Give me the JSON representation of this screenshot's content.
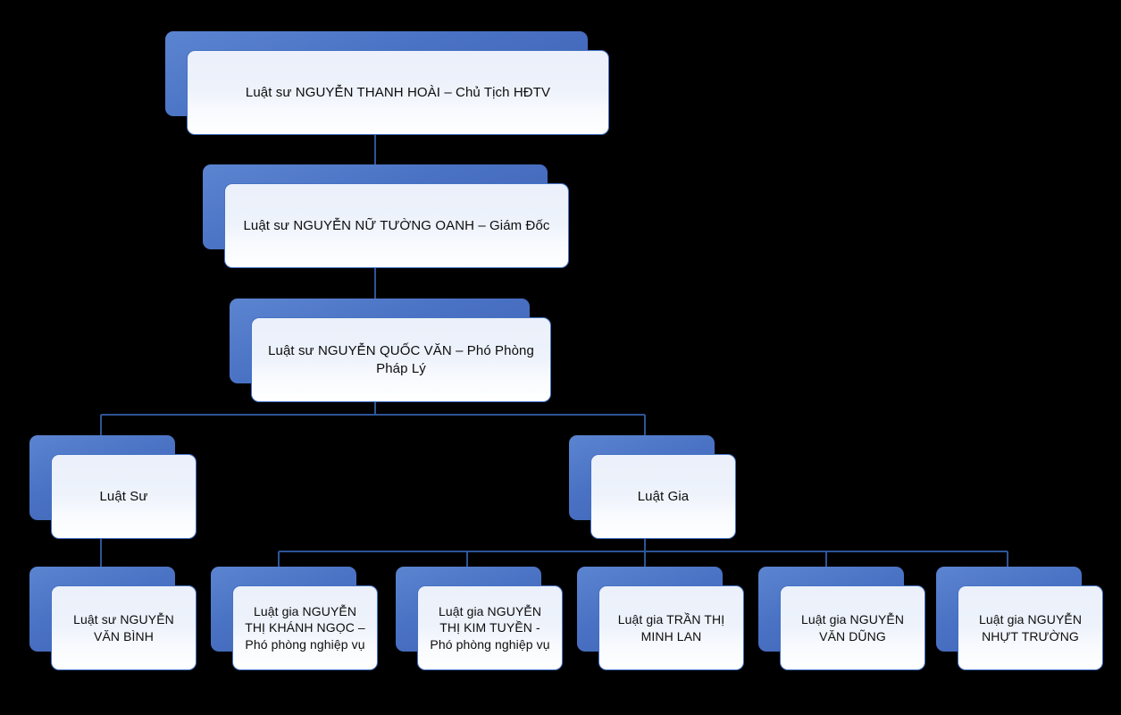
{
  "chart_title": "",
  "theme": {
    "background": "#000000",
    "plate_blue": "#4472C4",
    "card_border": "#4472C4",
    "card_fill_top": "#EBF0FA",
    "card_fill_bottom": "#FFFFFF",
    "connector_line": "#2E5597",
    "text_color": "#0D0D0D"
  },
  "org_chart": {
    "type": "org-tree",
    "levels": 5,
    "nodes": [
      {
        "id": "chairman",
        "label": "Luật sư NGUYỄN THANH HOÀI – Chủ Tịch HĐTV",
        "level": 1,
        "parent": null
      },
      {
        "id": "director",
        "label": "Luật sư NGUYỄN NỮ TƯỜNG OANH – Giám Đốc",
        "level": 2,
        "parent": "chairman"
      },
      {
        "id": "deputy-legal",
        "label": "Luật sư NGUYỄN QUỐC VĂN – Phó Phòng Pháp Lý",
        "level": 3,
        "parent": "director"
      },
      {
        "id": "luat-su",
        "label": "Luật Sư",
        "level": 4,
        "parent": "deputy-legal"
      },
      {
        "id": "luat-gia",
        "label": "Luật Gia",
        "level": 4,
        "parent": "deputy-legal"
      },
      {
        "id": "nguyen-van-binh",
        "label": "Luật sư NGUYỄN VĂN BÌNH",
        "level": 5,
        "parent": "luat-su"
      },
      {
        "id": "nguyen-thi-khanh-ngoc",
        "label": "Luật gia NGUYỄN THỊ KHÁNH NGỌC – Phó phòng nghiệp vụ",
        "level": 5,
        "parent": "luat-gia"
      },
      {
        "id": "nguyen-thi-kim-tuyen",
        "label": "Luật gia NGUYỄN THỊ KIM TUYỀN - Phó phòng nghiệp vụ",
        "level": 5,
        "parent": "luat-gia"
      },
      {
        "id": "tran-thi-minh-lan",
        "label": "Luật gia TRẦN THỊ MINH LAN",
        "level": 5,
        "parent": "luat-gia"
      },
      {
        "id": "nguyen-van-dung",
        "label": "Luật gia NGUYỄN VĂN DŨNG",
        "level": 5,
        "parent": "luat-gia"
      },
      {
        "id": "nguyen-nhut-truong",
        "label": "Luật gia NGUYỄN NHỰT TRƯỜNG",
        "level": 5,
        "parent": "luat-gia"
      }
    ]
  }
}
